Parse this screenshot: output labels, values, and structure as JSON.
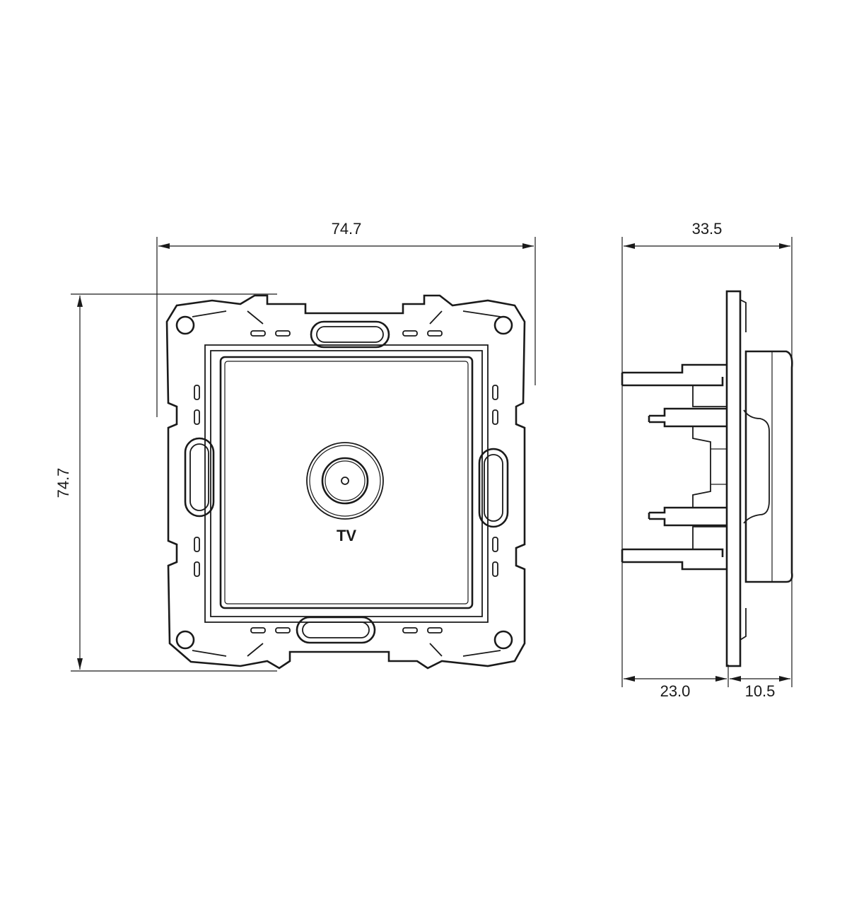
{
  "front_view": {
    "width_label": "74.7",
    "height_label": "74.7",
    "socket_label": "TV"
  },
  "side_view": {
    "depth_total_label": "33.5",
    "depth_back_label": "23.0",
    "depth_front_label": "10.5"
  },
  "colors": {
    "line": "#1a1a1a",
    "background": "#ffffff"
  }
}
